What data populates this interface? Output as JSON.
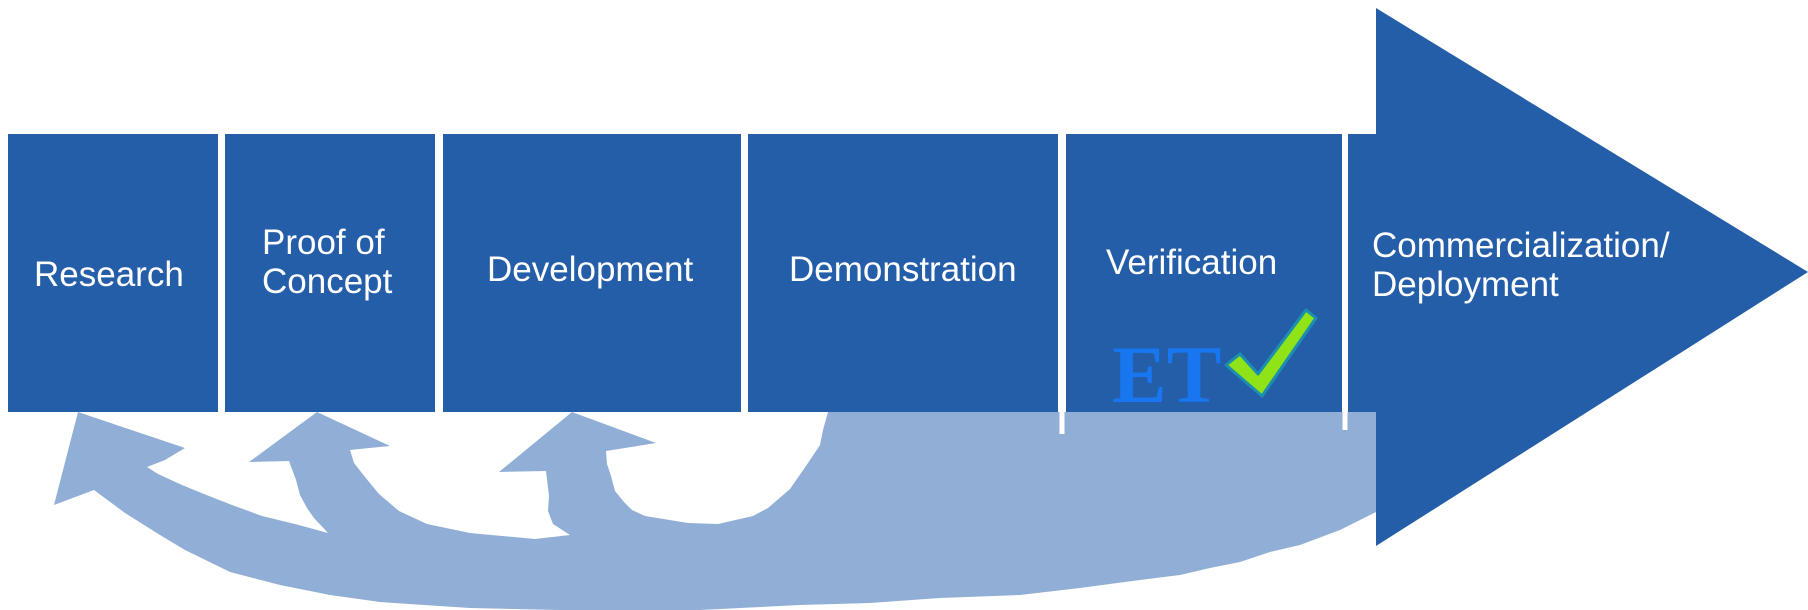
{
  "colors": {
    "stage_fill": "#245ea8",
    "feedback_fill": "#91afd6",
    "logo_blue": "#1877f0",
    "check_green": "#8fe316",
    "check_outline": "#1c8fb0",
    "divider": "#ffffff"
  },
  "stages": [
    {
      "lines": [
        "Research"
      ]
    },
    {
      "lines": [
        "Proof of",
        "Concept"
      ]
    },
    {
      "lines": [
        "Development"
      ]
    },
    {
      "lines": [
        "Demonstration"
      ]
    },
    {
      "lines": [
        "Verification"
      ]
    },
    {
      "lines": [
        "Commercialization/",
        "Deployment"
      ]
    }
  ],
  "logo": {
    "text": "ET",
    "icon": "checkmark-icon"
  },
  "feedback_arrows": {
    "count": 3,
    "targets": [
      "Research",
      "Proof of Concept",
      "Development"
    ]
  }
}
